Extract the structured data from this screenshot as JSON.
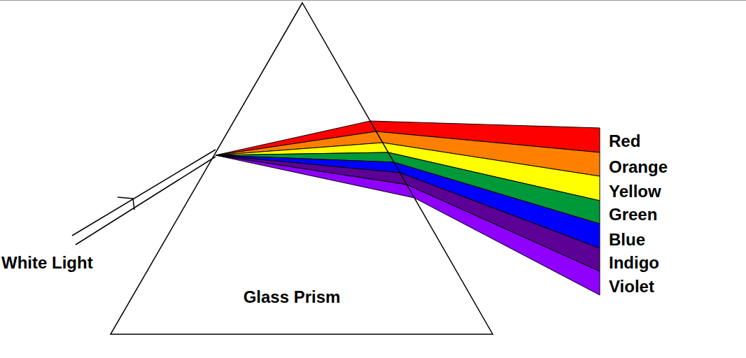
{
  "diagram": {
    "nodes": [
      {
        "text": [
          "Glass Prism"
        ]
      }
    ],
    "labels": [
      "White Light",
      "Red",
      "Orange",
      "Yellow",
      "Green",
      "Blue",
      "Indigo",
      "Violet"
    ]
  }
}
